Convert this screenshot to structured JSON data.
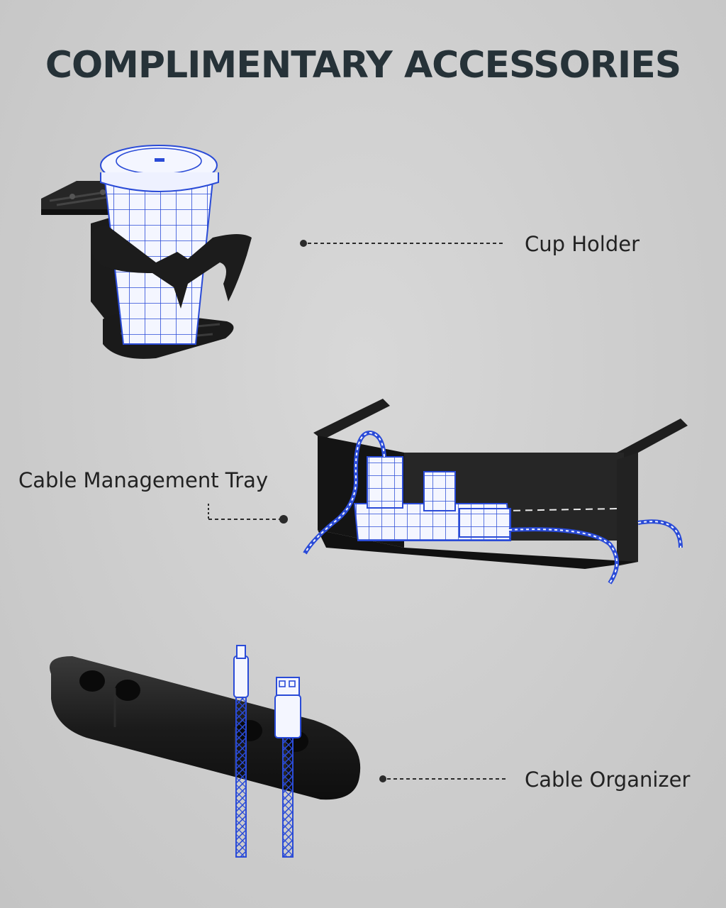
{
  "title": "COMPLIMENTARY ACCESSORIES",
  "accessories": [
    {
      "label": "Cup Holder",
      "icon": "cup-holder-icon"
    },
    {
      "label": "Cable Management Tray",
      "icon": "cable-tray-icon"
    },
    {
      "label": "Cable Organizer",
      "icon": "cable-organizer-icon"
    }
  ],
  "colors": {
    "title": "#263238",
    "label": "#222222",
    "product": "#1a1a1a",
    "wireframe": "#2a4bd7"
  }
}
